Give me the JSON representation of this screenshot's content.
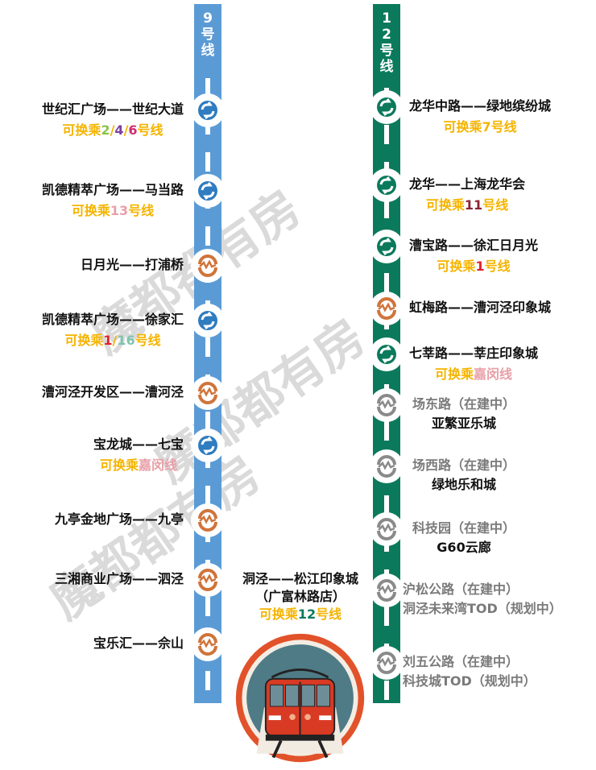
{
  "watermark": "魔都都有房",
  "colors": {
    "yellow": "#f5b400",
    "line9": "#5b9bd5",
    "line12": "#0b7a5c"
  },
  "line9": {
    "title": [
      "9",
      "号",
      "线"
    ],
    "stations": [
      {
        "name": "世纪汇广场——世纪大道",
        "type": "transfer",
        "transfer": [
          {
            "t": "可换乘",
            "c": "#f5b400"
          },
          {
            "t": "2",
            "c": "#8bc34a"
          },
          {
            "t": "/",
            "c": "#f5b400"
          },
          {
            "t": "4",
            "c": "#7b3fa0"
          },
          {
            "t": "/",
            "c": "#f5b400"
          },
          {
            "t": "6",
            "c": "#d22d6e"
          },
          {
            "t": "号线",
            "c": "#f5b400"
          }
        ]
      },
      {
        "name": "凯德精萃广场——马当路",
        "type": "transfer",
        "transfer": [
          {
            "t": "可换乘",
            "c": "#f5b400"
          },
          {
            "t": "13",
            "c": "#e8a0a8"
          },
          {
            "t": "号线",
            "c": "#f5b400"
          }
        ]
      },
      {
        "name": "日月光——打浦桥",
        "type": "normal"
      },
      {
        "name": "凯德精萃广场——徐家汇",
        "type": "transfer",
        "transfer": [
          {
            "t": "可换乘",
            "c": "#f5b400"
          },
          {
            "t": "1",
            "c": "#e0202c"
          },
          {
            "t": "/",
            "c": "#f5b400"
          },
          {
            "t": "16",
            "c": "#80c4b0"
          },
          {
            "t": "号线",
            "c": "#f5b400"
          }
        ]
      },
      {
        "name": "漕河泾开发区——漕河泾",
        "type": "normal"
      },
      {
        "name": "宝龙城——七宝",
        "type": "transfer",
        "transfer": [
          {
            "t": "可换乘",
            "c": "#f5b400"
          },
          {
            "t": "嘉闵线",
            "c": "#e8a0a8"
          }
        ]
      },
      {
        "name": "九亭金地广场——九亭",
        "type": "normal"
      },
      {
        "name": "三湘商业广场——泗泾",
        "type": "normal"
      },
      {
        "name": "宝乐汇——佘山",
        "type": "normal"
      }
    ]
  },
  "line12": {
    "title": [
      "1",
      "2",
      "号",
      "线"
    ],
    "stations": [
      {
        "name": "龙华中路——绿地缤纷城",
        "type": "transfer",
        "transfer": [
          {
            "t": "可换乘7号线",
            "c": "#f5b400"
          }
        ]
      },
      {
        "name": "龙华——上海龙华会",
        "type": "transfer",
        "transfer": [
          {
            "t": "可换乘",
            "c": "#f5b400"
          },
          {
            "t": "11",
            "c": "#8b2332"
          },
          {
            "t": "号线",
            "c": "#f5b400"
          }
        ]
      },
      {
        "name": "漕宝路——徐汇日月光",
        "type": "transfer",
        "transfer": [
          {
            "t": "可换乘",
            "c": "#f5b400"
          },
          {
            "t": "1",
            "c": "#e0202c"
          },
          {
            "t": "号线",
            "c": "#f5b400"
          }
        ]
      },
      {
        "name": "虹梅路——漕河泾印象城",
        "type": "normal"
      },
      {
        "name": "七莘路——莘庄印象城",
        "type": "transfer",
        "transfer": [
          {
            "t": "可换乘",
            "c": "#f5b400"
          },
          {
            "t": "嘉闵线",
            "c": "#e8a0a8"
          }
        ]
      },
      {
        "name": "场东路（在建中）",
        "type": "construction",
        "sub": "亚繁亚乐城"
      },
      {
        "name": "场西路（在建中）",
        "type": "construction",
        "sub": "绿地乐和城"
      },
      {
        "name": "科技园（在建中）",
        "type": "construction",
        "sub": "G60云廊"
      },
      {
        "name": "沪松公路（在建中）",
        "type": "construction",
        "sub": "洞泾未来湾TOD（规划中）",
        "subGray": true
      },
      {
        "name": "刘五公路（在建中）",
        "type": "construction",
        "sub": "科技城TOD（规划中）",
        "subGray": true
      }
    ]
  },
  "bottom": {
    "line1": "洞泾——松江印象城",
    "line2": "（广富林路店）",
    "transfer": [
      {
        "t": "可换乘",
        "c": "#f5b400"
      },
      {
        "t": "12",
        "c": "#0b7a5c"
      },
      {
        "t": "号线",
        "c": "#f5b400"
      }
    ]
  }
}
